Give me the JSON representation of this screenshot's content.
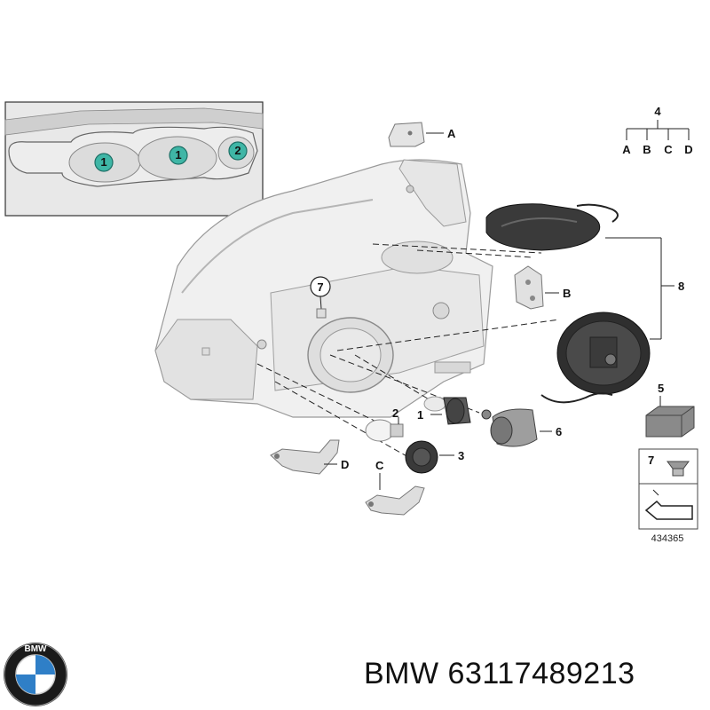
{
  "diagram": {
    "callouts": {
      "a": "A",
      "b": "B",
      "c": "C",
      "d": "D",
      "n1": "1",
      "n2": "2",
      "n3": "3",
      "n4": "4",
      "n5": "5",
      "n6": "6",
      "n7": "7",
      "n8": "8",
      "tree_a": "A",
      "tree_b": "B",
      "tree_c": "C",
      "tree_d": "D",
      "inset_1a": "1",
      "inset_1b": "1",
      "inset_2": "2",
      "ring7": "7",
      "legend7": "7"
    },
    "diagram_number": "434365"
  },
  "footer": {
    "brand": "BMW",
    "part_number": "63117489213",
    "logo_letters": "BMW"
  },
  "colors": {
    "inset_bubble": "#3fb6a6",
    "line": "#222222",
    "part_fill": "#eeeeee",
    "part_edge": "#8a8a8a"
  }
}
